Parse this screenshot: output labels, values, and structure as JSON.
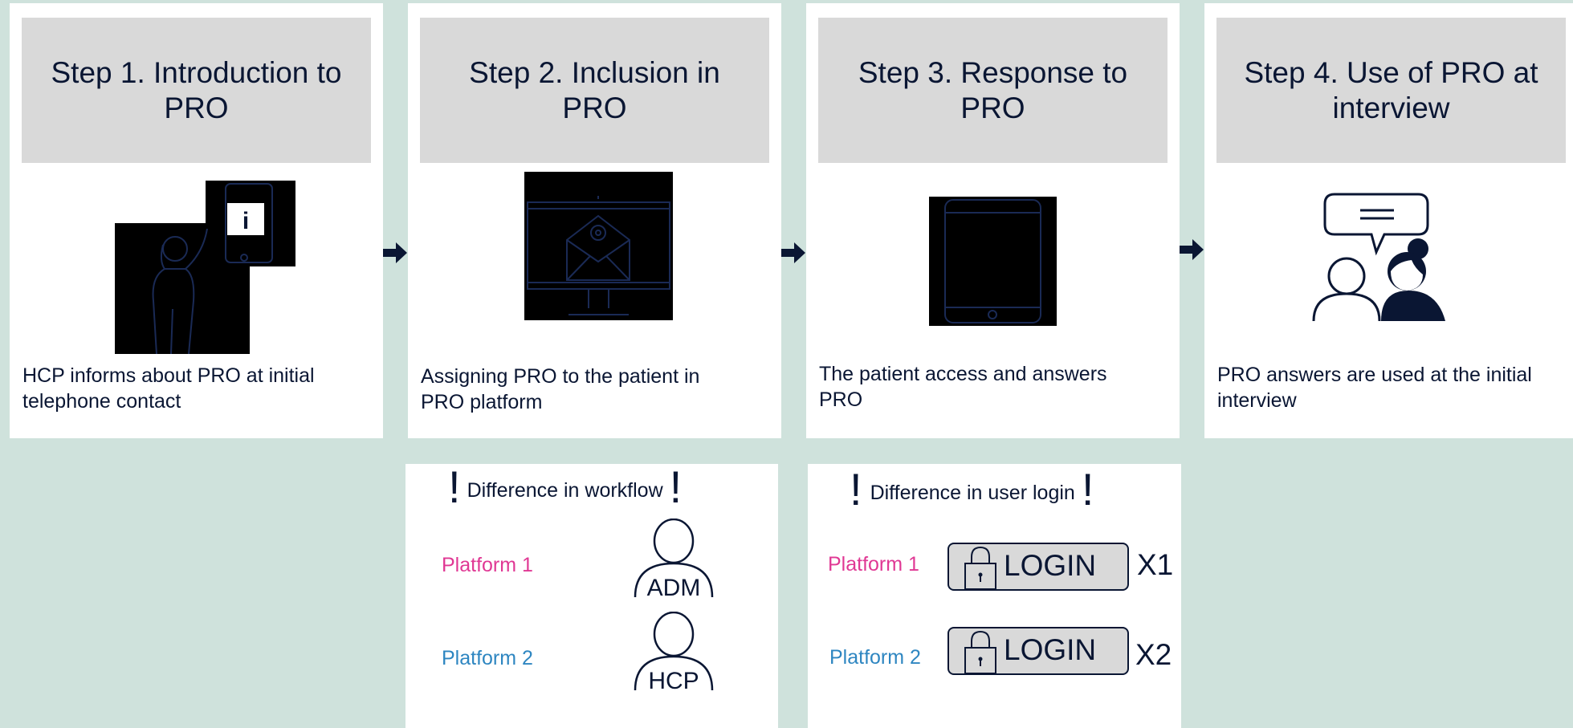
{
  "steps": [
    {
      "title": "Step 1. Introduction to PRO",
      "description": "HCP informs about PRO at initial telephone contact",
      "icon": "woman-with-phone-info-icon"
    },
    {
      "title": "Step 2. Inclusion in PRO",
      "description": "Assigning PRO to the patient in PRO platform",
      "icon": "monitor-email-icon"
    },
    {
      "title": "Step 3. Response to PRO",
      "description": "The patient access and answers PRO",
      "icon": "tablet-icon"
    },
    {
      "title": "Step 4. Use of PRO at interview",
      "description": "PRO answers are used at the initial interview",
      "icon": "conversation-people-icon"
    }
  ],
  "workflow": {
    "title": "Difference in workflow",
    "exclamation": "!",
    "rows": [
      {
        "platform": "Platform 1",
        "role": "ADM"
      },
      {
        "platform": "Platform 2",
        "role": "HCP"
      }
    ]
  },
  "login": {
    "title": "Difference in user login",
    "exclamation": "!",
    "rows": [
      {
        "platform": "Platform 1",
        "button": "LOGIN",
        "multiplier": "X1"
      },
      {
        "platform": "Platform 2",
        "button": "LOGIN",
        "multiplier": "X2"
      }
    ]
  },
  "info_glyph": "i",
  "colors": {
    "background": "#cfe2dc",
    "header": "#d9d9d9",
    "navy": "#0a1633",
    "platform1": "#e03894",
    "platform2": "#2e86c1"
  }
}
